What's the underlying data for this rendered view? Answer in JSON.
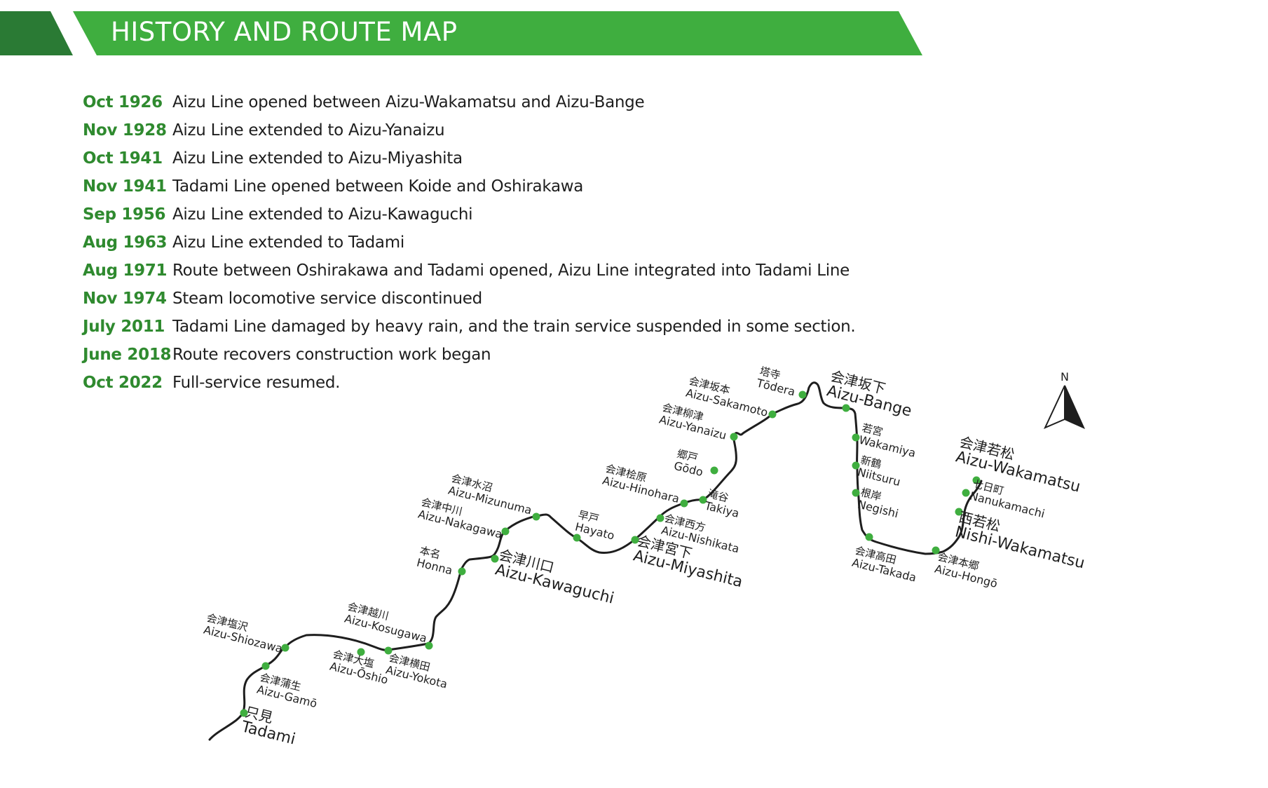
{
  "header": {
    "title": "HISTORY AND ROUTE MAP",
    "colors": {
      "banner": "#3fae3f",
      "banner_dark": "#2a7a34"
    }
  },
  "history": [
    {
      "date": "Oct 1926",
      "event": "Aizu Line opened between Aizu-Wakamatsu and Aizu-Bange"
    },
    {
      "date": "Nov 1928",
      "event": "Aizu Line extended to Aizu-Yanaizu"
    },
    {
      "date": "Oct 1941",
      "event": "Aizu Line extended to Aizu-Miyashita"
    },
    {
      "date": "Nov 1941",
      "event": "Tadami Line opened between Koide and Oshirakawa"
    },
    {
      "date": "Sep 1956",
      "event": "Aizu Line extended to Aizu-Kawaguchi"
    },
    {
      "date": "Aug 1963",
      "event": "Aizu Line extended to Tadami"
    },
    {
      "date": "Aug 1971",
      "event": "Route between Oshirakawa and Tadami opened, Aizu Line integrated into Tadami Line"
    },
    {
      "date": "Nov 1974",
      "event": "Steam locomotive service discontinued"
    },
    {
      "date": "July 2011",
      "event": "Tadami Line damaged by heavy rain, and the train service suspended in some section."
    },
    {
      "date": "June 2018",
      "event": "Route recovers construction work began"
    },
    {
      "date": "Oct 2022",
      "event": "Full-service resumed."
    }
  ],
  "map": {
    "north_label": "N",
    "colors": {
      "line": "#1e1e1e",
      "station": "#3fae3f"
    },
    "stations": [
      {
        "jp": "只見",
        "en": "Tadami",
        "major": true
      },
      {
        "jp": "会津蒲生",
        "en": "Aizu-Gamō",
        "major": false
      },
      {
        "jp": "会津塩沢",
        "en": "Aizu-Shiozawa",
        "major": false
      },
      {
        "jp": "会津大塩",
        "en": "Aizu-Ōshio",
        "major": false
      },
      {
        "jp": "会津横田",
        "en": "Aizu-Yokota",
        "major": false
      },
      {
        "jp": "会津越川",
        "en": "Aizu-Kosugawa",
        "major": false
      },
      {
        "jp": "本名",
        "en": "Honna",
        "major": false
      },
      {
        "jp": "会津川口",
        "en": "Aizu-Kawaguchi",
        "major": true
      },
      {
        "jp": "会津中川",
        "en": "Aizu-Nakagawa",
        "major": false
      },
      {
        "jp": "会津水沼",
        "en": "Aizu-Mizunuma",
        "major": false
      },
      {
        "jp": "早戸",
        "en": "Hayato",
        "major": false
      },
      {
        "jp": "会津宮下",
        "en": "Aizu-Miyashita",
        "major": true
      },
      {
        "jp": "会津西方",
        "en": "Aizu-Nishikata",
        "major": false
      },
      {
        "jp": "会津桧原",
        "en": "Aizu-Hinohara",
        "major": false
      },
      {
        "jp": "滝谷",
        "en": "Takiya",
        "major": false
      },
      {
        "jp": "郷戸",
        "en": "Gōdo",
        "major": false
      },
      {
        "jp": "会津柳津",
        "en": "Aizu-Yanaizu",
        "major": false
      },
      {
        "jp": "会津坂本",
        "en": "Aizu-Sakamoto",
        "major": false
      },
      {
        "jp": "塔寺",
        "en": "Tōdera",
        "major": false
      },
      {
        "jp": "会津坂下",
        "en": "Aizu-Bange",
        "major": true
      },
      {
        "jp": "若宮",
        "en": "Wakamiya",
        "major": false
      },
      {
        "jp": "新鶴",
        "en": "Niitsuru",
        "major": false
      },
      {
        "jp": "根岸",
        "en": "Negishi",
        "major": false
      },
      {
        "jp": "会津高田",
        "en": "Aizu-Takada",
        "major": false
      },
      {
        "jp": "会津本郷",
        "en": "Aizu-Hongō",
        "major": false
      },
      {
        "jp": "西若松",
        "en": "Nishi-Wakamatsu",
        "major": true
      },
      {
        "jp": "七日町",
        "en": "Nanukamachi",
        "major": false
      },
      {
        "jp": "会津若松",
        "en": "Aizu-Wakamatsu",
        "major": true
      }
    ]
  }
}
